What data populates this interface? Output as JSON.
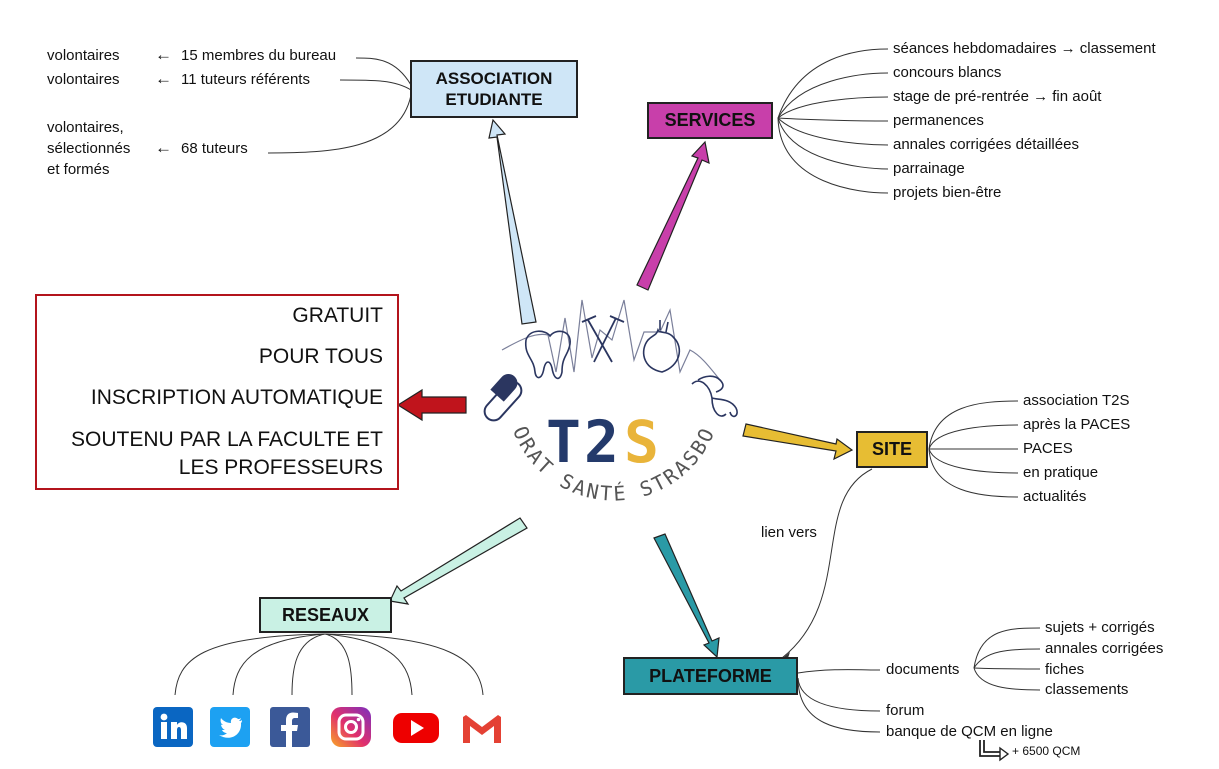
{
  "nodes": {
    "association": {
      "line1": "ASSOCIATION",
      "line2": "ETUDIANTE",
      "color": "#cfe6f7"
    },
    "services": {
      "label": "SERVICES",
      "color": "#c83faa"
    },
    "site": {
      "label": "SITE",
      "color": "#e7bd33"
    },
    "plateforme": {
      "label": "PLATEFORME",
      "color": "#2a9aa6"
    },
    "reseaux": {
      "label": "RESEAUX",
      "color": "#c9f1e4"
    }
  },
  "association_items": [
    {
      "who": "volontaires",
      "what": "15 membres du bureau"
    },
    {
      "who": "volontaires",
      "what": "11 tuteurs référents"
    },
    {
      "who_lines": [
        "volontaires,",
        "sélectionnés",
        "et formés"
      ],
      "what": "68 tuteurs"
    }
  ],
  "arrow_glyph": "←",
  "services_items": [
    "séances hebdomadaires → classement",
    "concours blancs",
    "stage de pré-rentrée → fin août",
    "permanences",
    "annales corrigées détaillées",
    "parrainage",
    "projets bien-être"
  ],
  "site_items": [
    "association T2S",
    "après la PACES",
    "PACES",
    "en pratique",
    "actualités"
  ],
  "link_label": "lien vers",
  "plateforme": {
    "documents_label": "documents",
    "documents_items": [
      "sujets + corrigés",
      "annales corrigées",
      "fiches",
      "classements"
    ],
    "forum_label": "forum",
    "qcm_label": "banque de QCM en ligne",
    "qcm_count": "+ 6500 QCM"
  },
  "info_lines": [
    "GRATUIT",
    "POUR TOUS",
    "INSCRIPTION AUTOMATIQUE",
    "SOUTENU PAR LA FACULTE ET",
    "LES PROFESSEURS"
  ],
  "logo": {
    "initials": "T2S",
    "ring_text": "TUTORAT SANTÉ STRASBOURG",
    "navy": "#243a6b",
    "gold": "#e9b43a"
  },
  "social_icons": [
    "linkedin-icon",
    "twitter-icon",
    "facebook-icon",
    "instagram-icon",
    "youtube-icon",
    "gmail-icon"
  ]
}
